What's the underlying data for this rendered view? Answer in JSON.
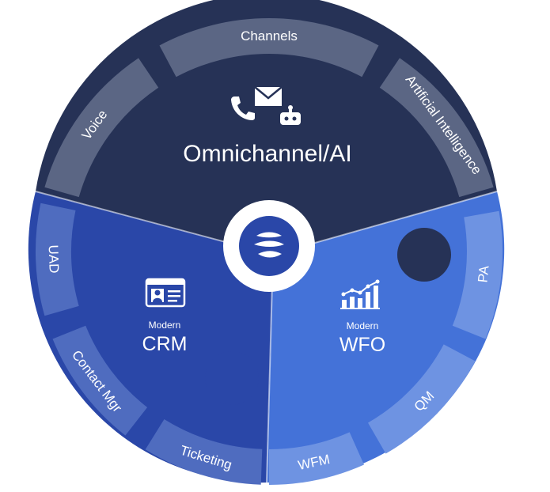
{
  "top_section": {
    "title": "Omnichannel/AI",
    "icons": [
      "phone-icon",
      "envelope-icon",
      "chatbot-icon"
    ],
    "color": "#263256",
    "rim_color": "#5b6684",
    "segments": [
      "Voice",
      "Channels",
      "Artificial Intelligence"
    ]
  },
  "left_section": {
    "subtitle": "Modern",
    "title": "CRM",
    "icon": "id-card-icon",
    "color": "#2a47a8",
    "rim_color": "#4f6cbf",
    "segments": [
      "UAD",
      "Contact Mgr",
      "Ticketing"
    ]
  },
  "right_section": {
    "subtitle": "Modern",
    "title": "WFO",
    "icon": "growth-chart-icon",
    "color": "#4472d8",
    "rim_color": "#6e93e2",
    "segments": [
      "PA",
      "QM",
      "WFM"
    ]
  },
  "center": {
    "icon": "logo-icon",
    "ring_color": "#ffffff",
    "mark_color": "#2a47a8"
  }
}
